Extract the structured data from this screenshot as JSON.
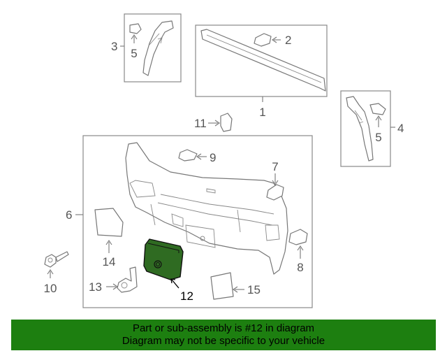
{
  "callouts": {
    "c1": "1",
    "c2": "2",
    "c3": "3",
    "c4": "4",
    "c5a": "5",
    "c5b": "5",
    "c6": "6",
    "c7": "7",
    "c8": "8",
    "c9": "9",
    "c10": "10",
    "c11": "11",
    "c12": "12",
    "c13": "13",
    "c14": "14",
    "c15": "15"
  },
  "highlight": {
    "part_number": "12",
    "fill_color": "#2f6b22"
  },
  "banner": {
    "line1": "Part or sub-assembly is #12 in diagram",
    "line2": "Diagram may not be specific to your vehicle",
    "background": "#1d7f10"
  }
}
